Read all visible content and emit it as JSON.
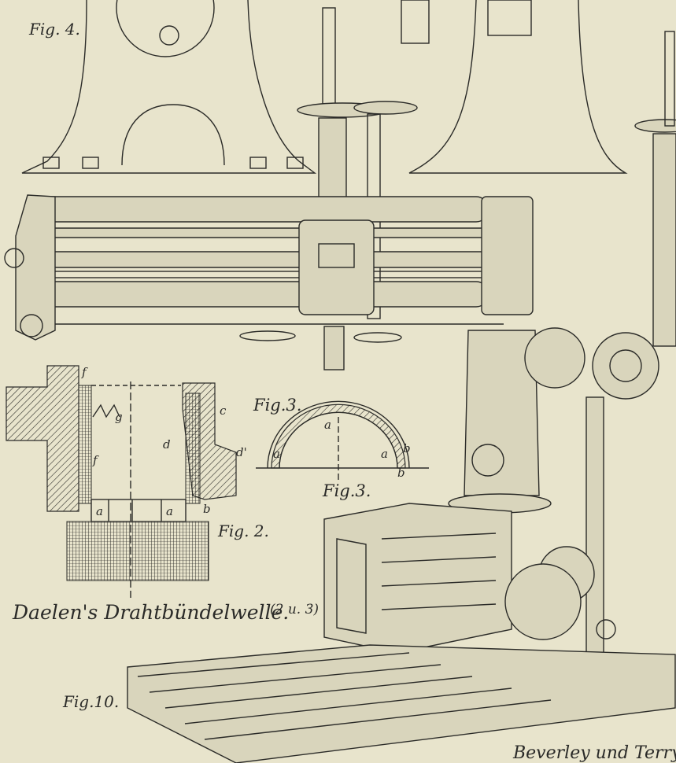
{
  "plate": {
    "paper_color": "#e8e4cc",
    "ink_color": "#2b2b28",
    "labels": {
      "fig4": "Fig. 4.",
      "fig3_top": "Fig.3.",
      "fig3_bottom": "Fig.3.",
      "fig2": "Fig. 2.",
      "fig10": "Fig.10.",
      "caption_left": "Daelen's Drahtbündelwelle.",
      "caption_left_ref": "(2 u. 3)",
      "caption_right": "Beverley und Terry's",
      "fig3_letter_a_top": "a",
      "fig3_letter_a_left": "a",
      "fig3_letter_a_right": "a",
      "fig3_letter_b_right": "b",
      "fig3_letter_b_bottom": "b",
      "fig2_letter_f_top": "f",
      "fig2_letter_g": "g",
      "fig2_letter_f_mid": "f",
      "fig2_letter_d": "d",
      "fig2_letter_c": "c",
      "fig2_letter_d_prime": "d'",
      "fig2_letter_a_left": "a",
      "fig2_letter_a_right": "a",
      "fig2_letter_b": "b"
    }
  }
}
